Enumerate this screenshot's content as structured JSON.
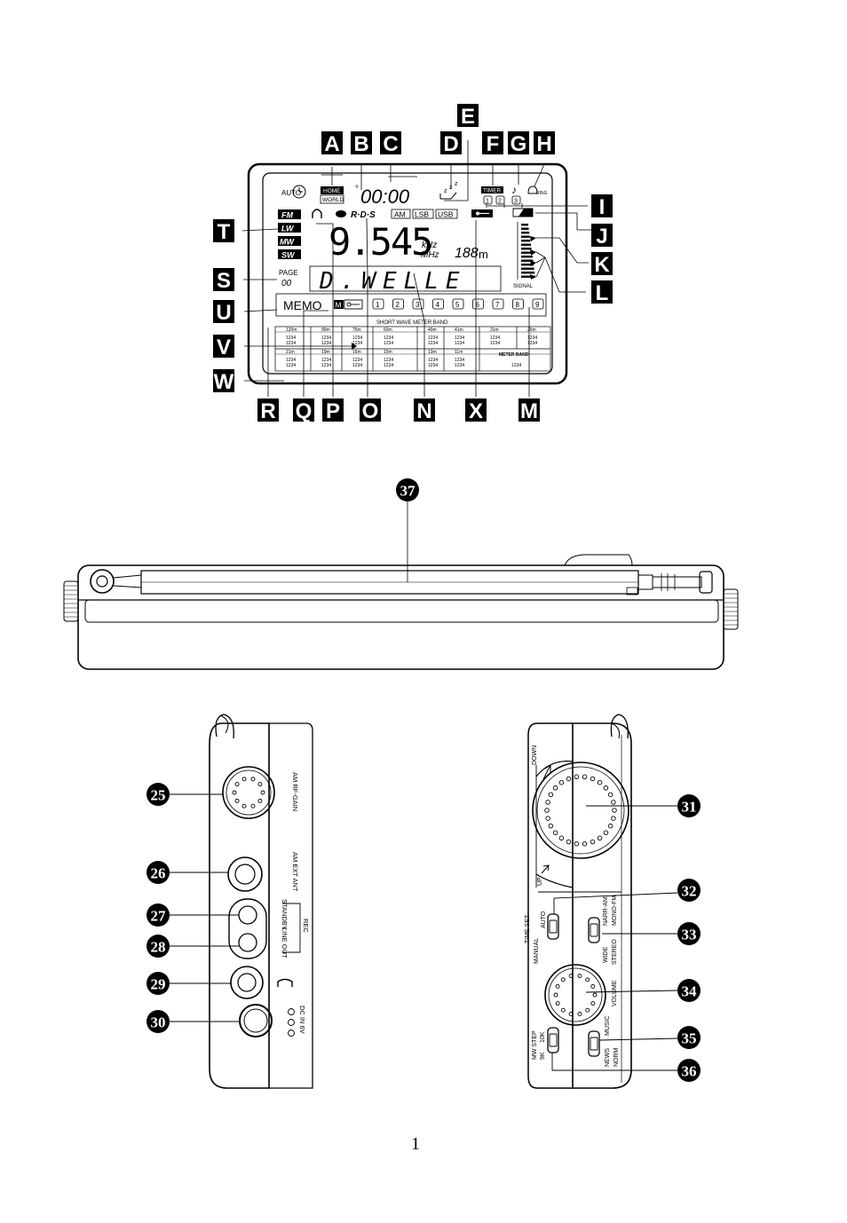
{
  "lcd_callout_letters": [
    "A",
    "B",
    "C",
    "D",
    "E",
    "F",
    "G",
    "H",
    "I",
    "J",
    "K",
    "L",
    "M",
    "N",
    "O",
    "P",
    "Q",
    "R",
    "S",
    "T",
    "U",
    "V",
    "W",
    "X"
  ],
  "lcd": {
    "auto": "AUTO",
    "home": "HOME",
    "world": "WORLD",
    "clock": "00:00",
    "clock_deg": "°",
    "timer": "TIMER",
    "timer_nums": [
      "1",
      "2",
      "3"
    ],
    "ring": "RING",
    "bands": [
      "FM",
      "LW",
      "MW",
      "SW"
    ],
    "rds": "R·D·S",
    "modes": [
      "AM",
      "LSB",
      "USB"
    ],
    "frequency": "9.545",
    "khz": "kHz",
    "mhz": "MHz",
    "meter": "188",
    "meter_unit": "m",
    "page_label": "PAGE",
    "page_value": "00",
    "station": "D.WELLE",
    "signal": "SIGNAL",
    "memo": "MEMO",
    "memo_m": "M",
    "presets": [
      "1",
      "2",
      "3",
      "4",
      "5",
      "6",
      "7",
      "8",
      "9"
    ],
    "table_title": "SHORT WAVE METER BAND",
    "table_row1": [
      "120m",
      "90m",
      "75m",
      "60m",
      "49m",
      "41m",
      "31m",
      "25m"
    ],
    "table_row2": [
      "21m",
      "19m",
      "16m",
      "15m",
      "13m",
      "11m",
      "METER BAND"
    ],
    "cell_value": "1234"
  },
  "antenna_callout": "37",
  "left_side": {
    "callouts": [
      "25",
      "26",
      "27",
      "28",
      "29",
      "30"
    ],
    "labels": [
      "AM RF-GAIN",
      "AM EXT ANT",
      "STANDBY",
      "LINE OUT",
      "REC",
      "DC IN 6V"
    ]
  },
  "right_side": {
    "callouts": [
      "31",
      "32",
      "33",
      "34",
      "35",
      "36"
    ],
    "labels": [
      "DOWN",
      "UP",
      "TIME SET",
      "MANUAL",
      "AUTO",
      "NARR-AM",
      "MONO-FM",
      "WIDE",
      "STEREO",
      "VOLUME",
      "MW STEP",
      "9K",
      "10K",
      "MUSIC",
      "NEWS",
      "NORM"
    ]
  },
  "page_number": "1"
}
